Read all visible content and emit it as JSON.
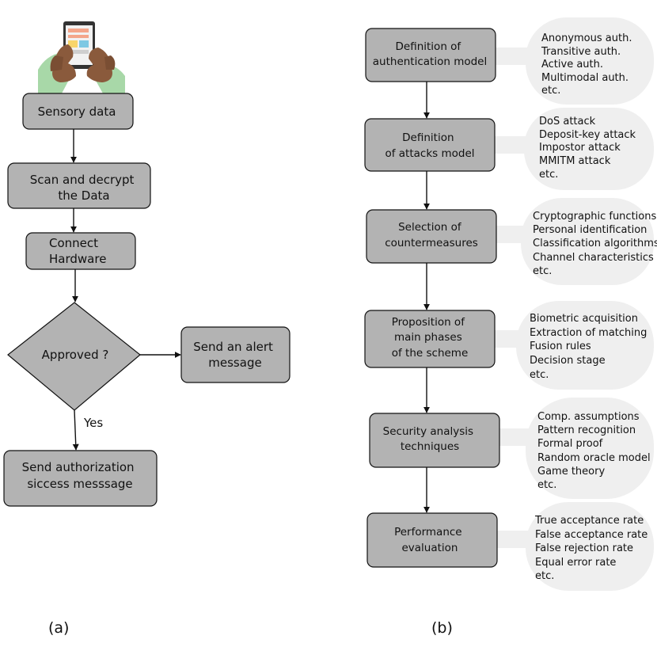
{
  "panel_a": {
    "caption": "(a)",
    "steps": {
      "sensory": [
        "Sensory data"
      ],
      "scan": [
        "Scan and decrypt",
        "the Data"
      ],
      "connect": [
        "Connect",
        "Hardware"
      ],
      "decision": [
        "Approved ?"
      ],
      "alert": [
        "Send an alert",
        "message"
      ],
      "success": [
        "Send authorization",
        "siccess messsage"
      ]
    },
    "yes_label": "Yes"
  },
  "panel_b": {
    "caption": "(b)",
    "stages": [
      {
        "title": [
          "Definition of",
          "authentication model"
        ],
        "items": [
          "Anonymous auth.",
          "Transitive auth.",
          "Active auth.",
          "Multimodal auth.",
          "etc."
        ]
      },
      {
        "title": [
          "Definition",
          "of attacks model"
        ],
        "items": [
          "DoS attack",
          "Deposit-key attack",
          "Impostor attack",
          "MMITM attack",
          "etc."
        ]
      },
      {
        "title": [
          "Selection of",
          "countermeasures"
        ],
        "items": [
          "Cryptographic functions",
          "Personal identification",
          "Classification algorithms",
          "Channel characteristics",
          "etc."
        ]
      },
      {
        "title": [
          "Proposition of",
          "main phases",
          "of the scheme"
        ],
        "items": [
          "Biometric acquisition",
          "Extraction of matching",
          "Fusion rules",
          "Decision stage",
          "etc."
        ]
      },
      {
        "title": [
          "Security analysis",
          "techniques"
        ],
        "items": [
          "Comp. assumptions",
          "Pattern recognition",
          "Formal proof",
          "Random oracle model",
          "Game theory",
          "etc."
        ]
      },
      {
        "title": [
          "Performance",
          "evaluation"
        ],
        "items": [
          "True acceptance rate",
          "False acceptance rate",
          "False rejection rate",
          "Equal error rate",
          "etc."
        ]
      }
    ]
  },
  "icon": "hands-holding-smartphone-icon"
}
